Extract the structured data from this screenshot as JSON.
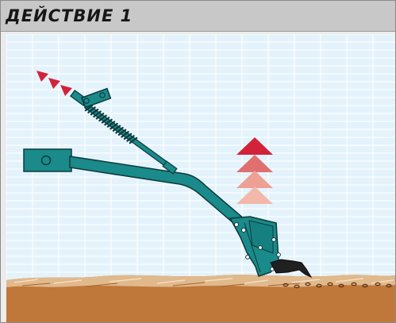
{
  "header": {
    "title": "ДЕЙСТВИЕ 1"
  },
  "icons": {
    "down_arrows": "triple-red-triangle-down",
    "up_arrows": "stacked-chevron-up-fading"
  },
  "colors": {
    "title_bg": "#c8c8c8",
    "title_text": "#161616",
    "sky": "#e4f3fb",
    "grid_line": "#ffffff",
    "soil": "#c0773a",
    "soil_top": "#e0b98c",
    "tool_body": "#1a8a8a",
    "tool_outline": "#0d3a3c",
    "blade": "#202020",
    "arrow_red": "#d2233a",
    "arrow_fade_1": "#e07070",
    "arrow_fade_2": "#eea095",
    "arrow_fade_3": "#f2b9aa"
  }
}
